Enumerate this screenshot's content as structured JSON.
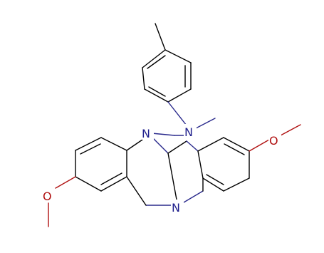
{
  "molecule": {
    "atom_labels": {
      "n_top_left": "N",
      "n_methyl": "N",
      "n_bottom": "N",
      "o_right": "O",
      "o_left": "O"
    },
    "colors": {
      "background": "#ffffff",
      "bond": "#000000",
      "nitrogen": "#1e1e8c",
      "oxygen": "#b01010"
    }
  }
}
